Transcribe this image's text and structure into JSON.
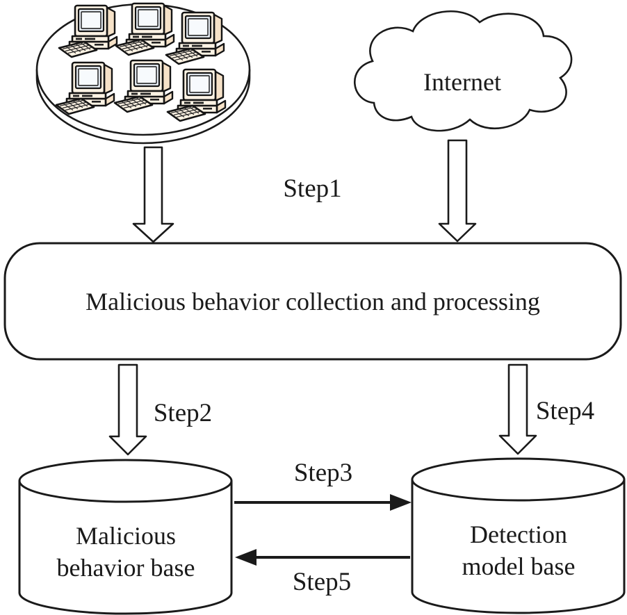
{
  "colors": {
    "ink": "#1a1a1a",
    "shape_fill": "#ffffff",
    "pc_body": "#fdf3e4",
    "pc_shade": "#f6e2c8",
    "pc_screen": "#e9eff6",
    "slot": "#222222"
  },
  "nodes": {
    "internet": {
      "label": "Internet"
    },
    "lan": {
      "icon": "computer-cluster",
      "computer_count": 6
    },
    "process": {
      "label": "Malicious behavior collection and processing"
    },
    "behavior_base": {
      "line1": "Malicious",
      "line2": "behavior base"
    },
    "model_base": {
      "line1": "Detection",
      "line2": "model base"
    }
  },
  "steps": {
    "step1": "Step1",
    "step2": "Step2",
    "step3": "Step3",
    "step4": "Step4",
    "step5": "Step5"
  }
}
